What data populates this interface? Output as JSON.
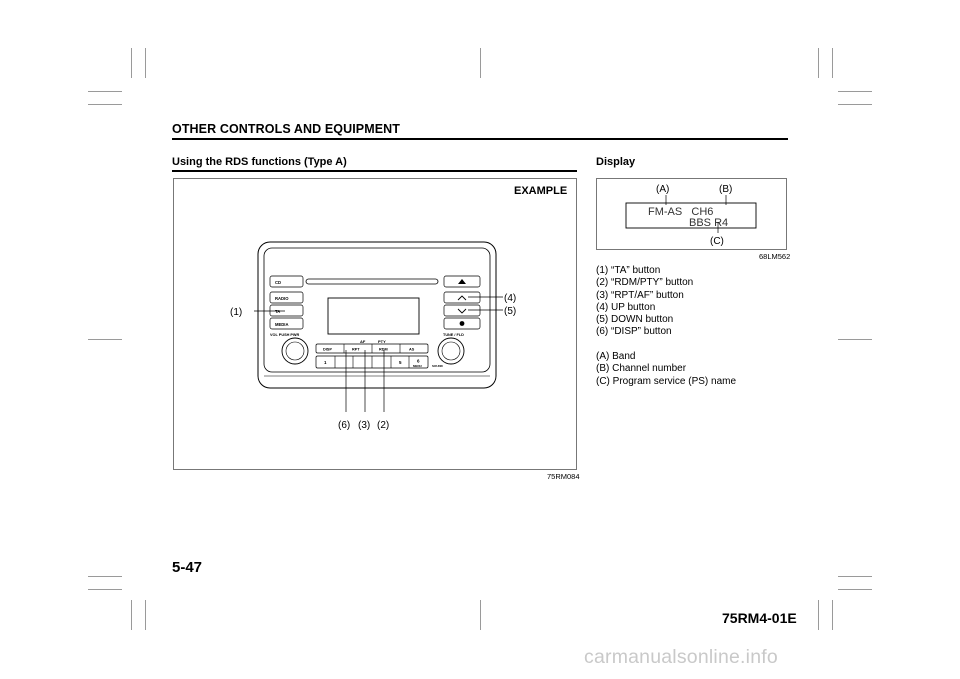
{
  "header": {
    "section_title": "OTHER CONTROLS AND EQUIPMENT"
  },
  "section": {
    "title": "Using the RDS functions (Type A)"
  },
  "radio_figure": {
    "example_label": "EXAMPLE",
    "figure_code": "75RM084",
    "buttons": {
      "cd": "CD",
      "radio": "RADIO",
      "ta": "TA",
      "media": "MEDIA",
      "vol": "VOL PUSH PWR",
      "tune": "TUNE / FLD",
      "af": "AF",
      "pty": "PTY",
      "disp": "DISP",
      "rpt": "RPT",
      "rdm": "RDM",
      "as": "AS",
      "preset1": "1",
      "preset5": "5",
      "preset6": "6",
      "menu": "MENU",
      "sound": "SOUND"
    },
    "callouts": {
      "c1": "(1)",
      "c2": "(2)",
      "c3": "(3)",
      "c4": "(4)",
      "c5": "(5)",
      "c6": "(6)"
    }
  },
  "display_figure": {
    "title": "Display",
    "figure_code": "68LM562",
    "lcd_line1": "FM-AS   CH6",
    "lcd_line2": "BBS R4",
    "callouts": {
      "a": "(A)",
      "b": "(B)",
      "c": "(C)"
    }
  },
  "legend": {
    "items": [
      "(1) “TA” button",
      "(2) “RDM/PTY” button",
      "(3) “RPT/AF” button",
      "(4) UP button",
      "(5) DOWN button",
      "(6) “DISP” button"
    ],
    "letters": [
      "(A) Band",
      "(B) Channel number",
      "(C) Program service (PS) name"
    ]
  },
  "footer": {
    "page_number": "5-47",
    "doc_code": "75RM4-01E",
    "watermark": "carmanualsonline.info"
  }
}
